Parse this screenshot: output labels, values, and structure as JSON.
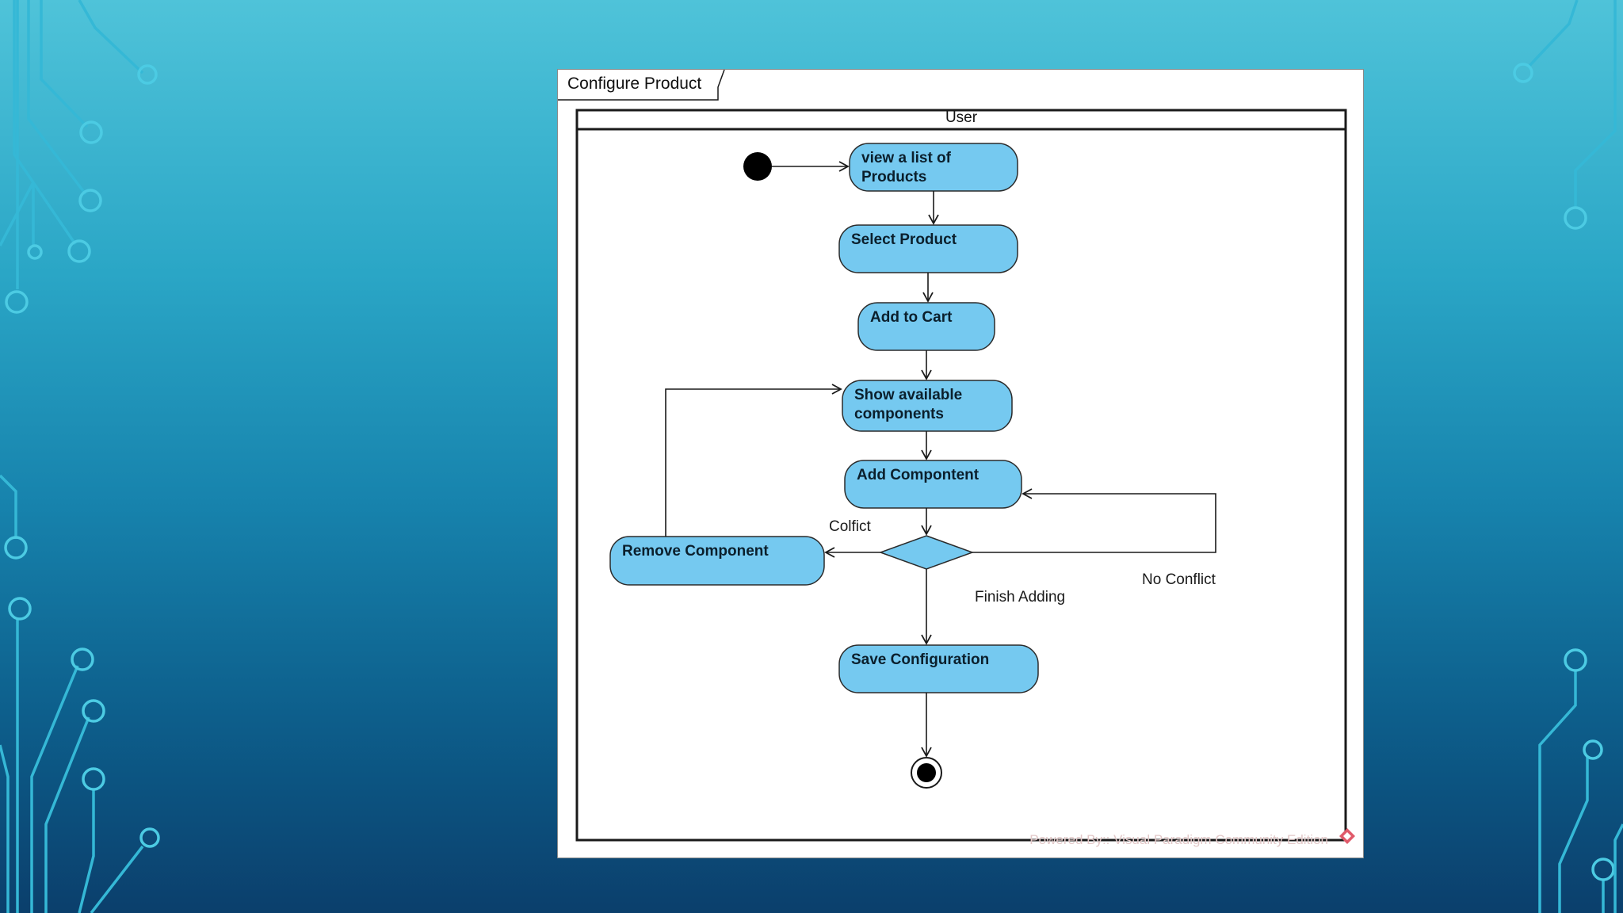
{
  "frame": {
    "title": "Configure Product"
  },
  "partition": {
    "name": "User"
  },
  "actions": {
    "view_products": "view a list of Products",
    "select_product": "Select Product",
    "add_to_cart": "Add to Cart",
    "show_components": "Show available components",
    "add_component": "Add Compontent",
    "remove_component": "Remove Component",
    "save_configuration": "Save Configuration"
  },
  "guards": {
    "conflict": "Colfict",
    "no_conflict": "No Conflict",
    "finish_adding": "Finish Adding"
  },
  "watermark": {
    "text": "Powered By:: Visual Paradigm Community Edition",
    "icon": "visual-paradigm-logo-icon"
  },
  "colors": {
    "action_fill": "#75c9f0",
    "action_stroke": "#2b2b2b",
    "decision_fill": "#75c9f0",
    "background_top": "#4fc3d9",
    "background_bottom": "#0b3f6c"
  }
}
